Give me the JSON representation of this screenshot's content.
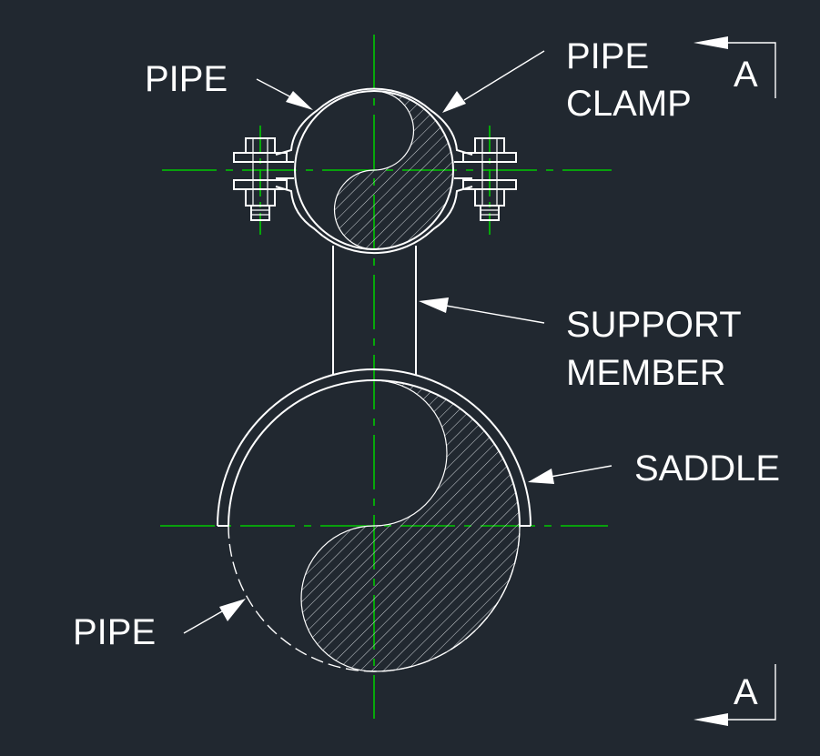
{
  "labels": {
    "pipe_top": "PIPE",
    "pipe_clamp_line1": "PIPE",
    "pipe_clamp_line2": "CLAMP",
    "support_member_line1": "SUPPORT",
    "support_member_line2": "MEMBER",
    "saddle": "SADDLE",
    "pipe_bottom": "PIPE",
    "section_top": "A",
    "section_bottom": "A"
  },
  "colors": {
    "background": "#212830",
    "linework": "#ffffff",
    "centerline": "#00c800"
  }
}
